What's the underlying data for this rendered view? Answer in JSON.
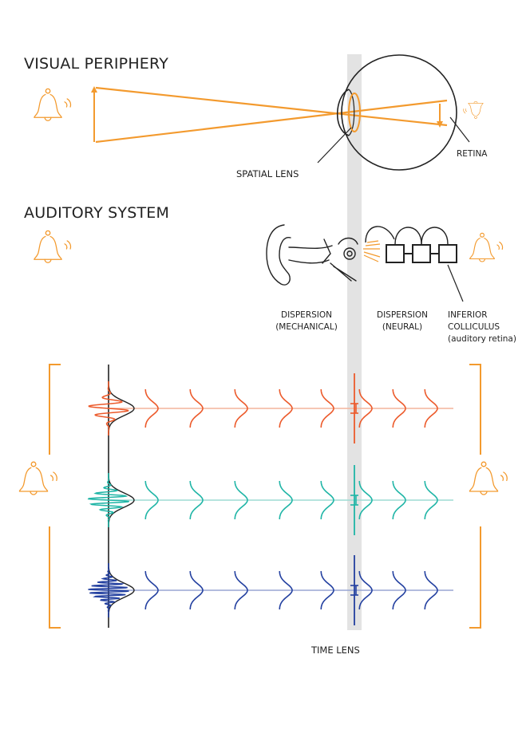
{
  "visual": {
    "title": "VISUAL PERIPHERY",
    "spatial_lens_label": "SPATIAL LENS",
    "retina_label": "RETINA"
  },
  "auditory": {
    "title": "AUDITORY SYSTEM",
    "dispersion_mechanical": [
      "DISPERSION",
      "(MECHANICAL)"
    ],
    "dispersion_neural": [
      "DISPERSION",
      "(NEURAL)"
    ],
    "inferior_colliculus": [
      "INFERIOR",
      "COLLICULUS",
      "(auditory retina)"
    ]
  },
  "time_lens_label": "TIME LENS",
  "colors": {
    "orange": "#f39a2e",
    "red": "#ec5a2b",
    "teal": "#1fb5a6",
    "blue": "#2340a0",
    "lens_band": "#e3e3e3",
    "ink": "#222222"
  },
  "icons": {
    "bell": "bell-icon",
    "eye": "eye-icon",
    "ear": "ear-icon",
    "neuron_box": "neuron-box-icon"
  }
}
